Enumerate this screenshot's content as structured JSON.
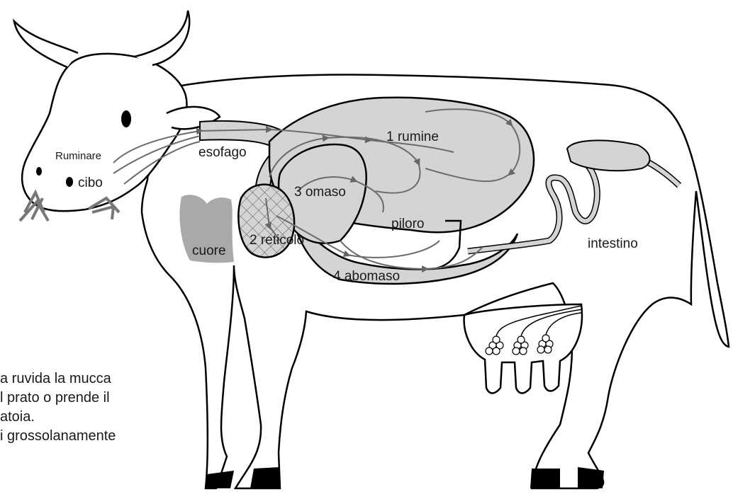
{
  "labels": {
    "ruminare": "Ruminare",
    "cibo": "cibo",
    "esofago": "esofago",
    "rumine": "1 rumine",
    "omaso": "3 omaso",
    "piloro": "piloro",
    "reticolo": "2 reticolo",
    "cuore": "cuore",
    "abomaso": "4 abomaso",
    "intestino": "intestino"
  },
  "side_text": {
    "line1": "a ruvida la mucca",
    "line2": "l prato o prende il",
    "line3": "atoia.",
    "line4": "i grossolanamente"
  },
  "colors": {
    "organ_fill": "#d4d4d4",
    "heart_fill": "#a9a9a9",
    "path_stroke": "#6b6b6b",
    "outline": "#000000"
  }
}
